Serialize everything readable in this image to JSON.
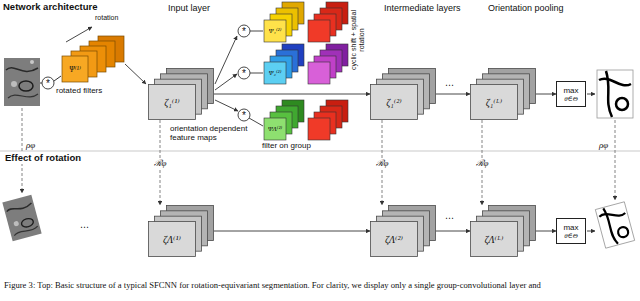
{
  "diagram": {
    "caption": "Figure 3: Top: Basic structure of a typical SFCNN for rotation-equivariant segmentation. For clarity, we display only a single group-convolutional layer and",
    "nodes": [
      {
        "text": [
          "ζ₁⁽¹⁾"
        ]
      },
      {
        "text": [
          "ζ₁⁽²⁾"
        ]
      },
      {
        "text": [
          "ζ₁⁽ᴸ⁾"
        ]
      },
      {
        "text": [
          "max",
          "θ∈Θ"
        ]
      },
      {
        "text": [
          "ζΛ⁽¹⁾"
        ]
      },
      {
        "text": [
          "ζΛ⁽²⁾"
        ]
      },
      {
        "text": [
          "ζΛ⁽ᴸ⁾"
        ]
      },
      {
        "text": [
          "max",
          "θ∈Θ"
        ]
      }
    ],
    "edges": [
      {
        "from": 0,
        "to": 1,
        "arrow": "to"
      },
      {
        "from": 1,
        "to": 2,
        "arrow": "to"
      },
      {
        "from": 2,
        "to": 3,
        "arrow": "to"
      },
      {
        "from": 4,
        "to": 5,
        "arrow": "to"
      },
      {
        "from": 5,
        "to": 6,
        "arrow": "to"
      },
      {
        "from": 6,
        "to": 7,
        "arrow": "to"
      },
      {
        "from": 0,
        "to": 4,
        "label": "ℛφ",
        "arrow": "to"
      },
      {
        "from": 1,
        "to": 5,
        "label": "ℛφ",
        "arrow": "to"
      },
      {
        "from": 2,
        "to": 6,
        "label": "ℛφ",
        "arrow": "to"
      }
    ],
    "labels": [
      "Network architecture",
      "Input layer",
      "Intermediate layers",
      "Orientation pooling",
      "rotation",
      "Ψ⁽¹⁾",
      "rotated filters",
      "*",
      "orientation dependent feature maps",
      "*",
      "*",
      "*",
      "Ψ₁⁽²⁾",
      "Ψ₂⁽²⁾",
      "ΨΛ⁽²⁾",
      "filter on group",
      "cyclic shift + spatial rotation",
      "⋯",
      "Effect of rotation",
      "ρφ",
      "ρφ",
      "⋯",
      "⋯"
    ]
  }
}
